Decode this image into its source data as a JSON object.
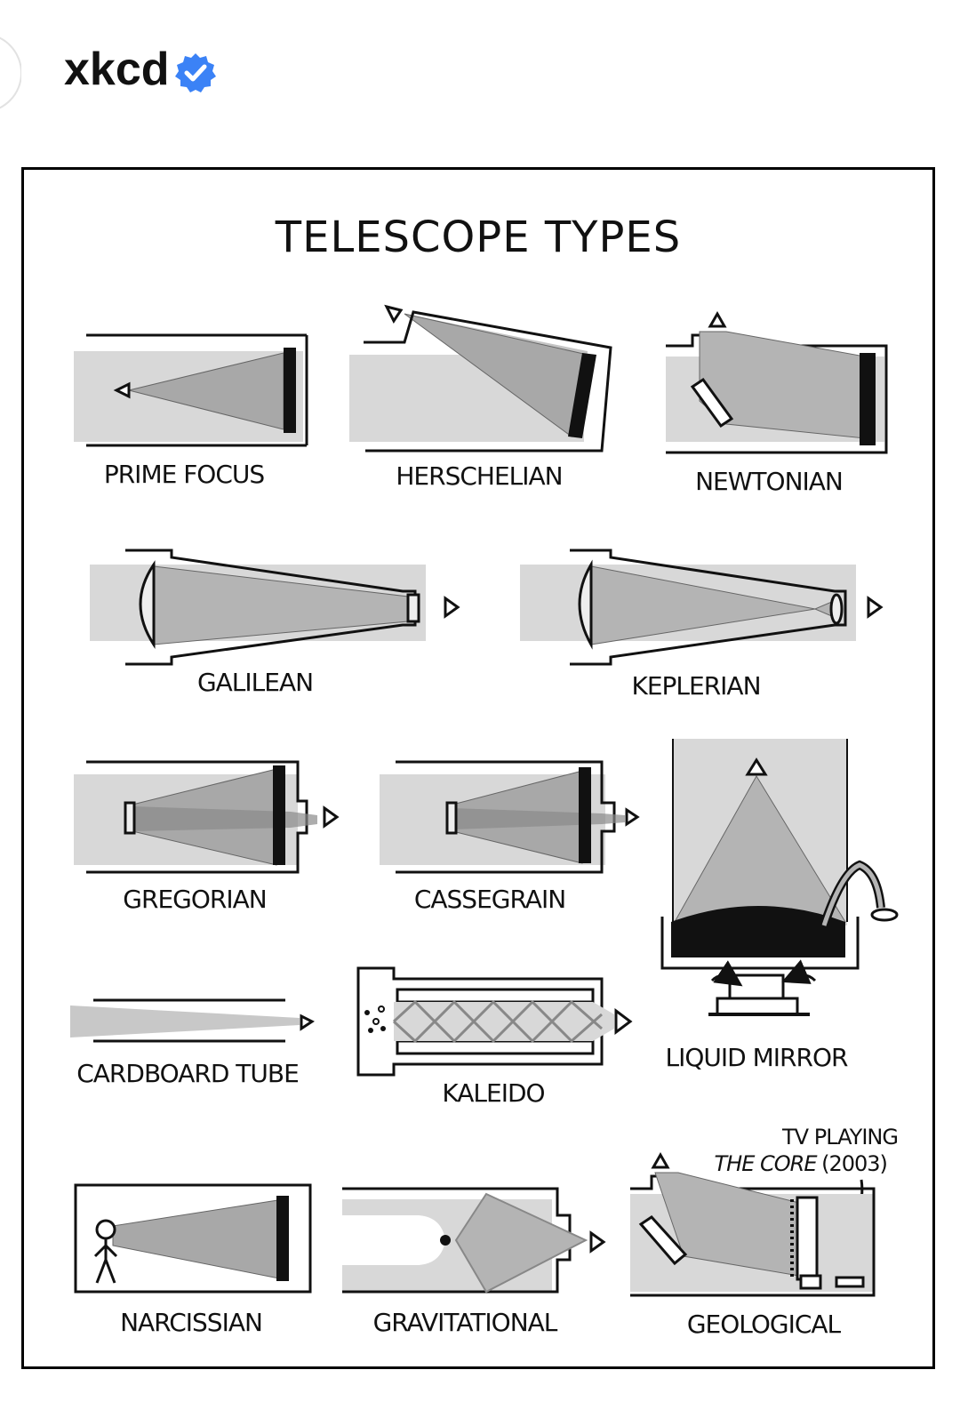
{
  "post": {
    "account_name": "xkcd",
    "verified": true
  },
  "comic": {
    "title": "TELESCOPE TYPES",
    "labels": {
      "prime_focus": "PRIME FOCUS",
      "herschelian": "HERSCHELIAN",
      "newtonian": "NEWTONIAN",
      "galilean": "GALILEAN",
      "keplerian": "KEPLERIAN",
      "gregorian": "GREGORIAN",
      "cassegrain": "CASSEGRAIN",
      "liquid_mirror": "LIQUID MIRROR",
      "cardboard_tube": "CARDBOARD TUBE",
      "kaleido": "KALEIDO",
      "narcissian": "NARCISSIAN",
      "gravitational": "GRAVITATIONAL",
      "geological": "GEOLOGICAL"
    },
    "annotation": {
      "line1": "TV PLAYING",
      "line2": "THE CORE",
      "line3": "(2003)"
    }
  },
  "colors": {
    "light_gray": "#d8d8d8",
    "mid_gray": "#b4b4b4",
    "ink": "#111111",
    "verified_blue": "#3b82f6",
    "avatar_red": "#d62b1f"
  }
}
